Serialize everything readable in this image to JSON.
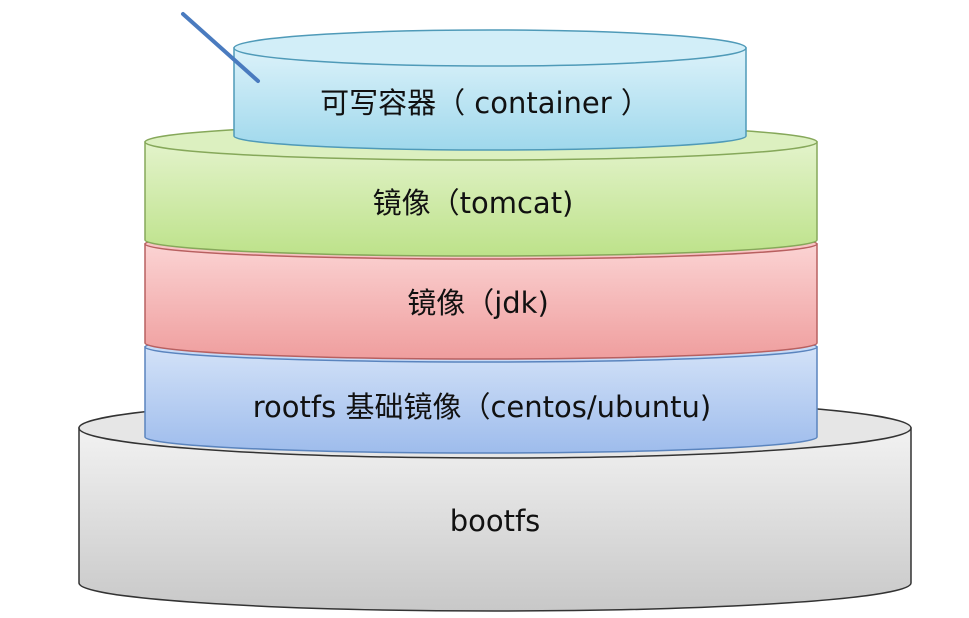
{
  "diagram": {
    "layers": {
      "container": {
        "label": "可写容器（ container ）",
        "fill": "#a6dcec",
        "stroke": "#4f9ab8"
      },
      "tomcat": {
        "label": "镜像（tomcat)",
        "fill": "#c4e695",
        "stroke": "#86a85a"
      },
      "jdk": {
        "label": "镜像（jdk)",
        "fill": "#f1a6a6",
        "stroke": "#b86060"
      },
      "rootfs": {
        "label": "rootfs 基础镜像（centos/ubuntu)",
        "fill": "#a6c3ee",
        "stroke": "#5a84be"
      },
      "bootfs": {
        "label": "bootfs",
        "fill": "#d0d0d0",
        "stroke": "#333333"
      }
    },
    "pointer_color": "#4a7bbf"
  }
}
